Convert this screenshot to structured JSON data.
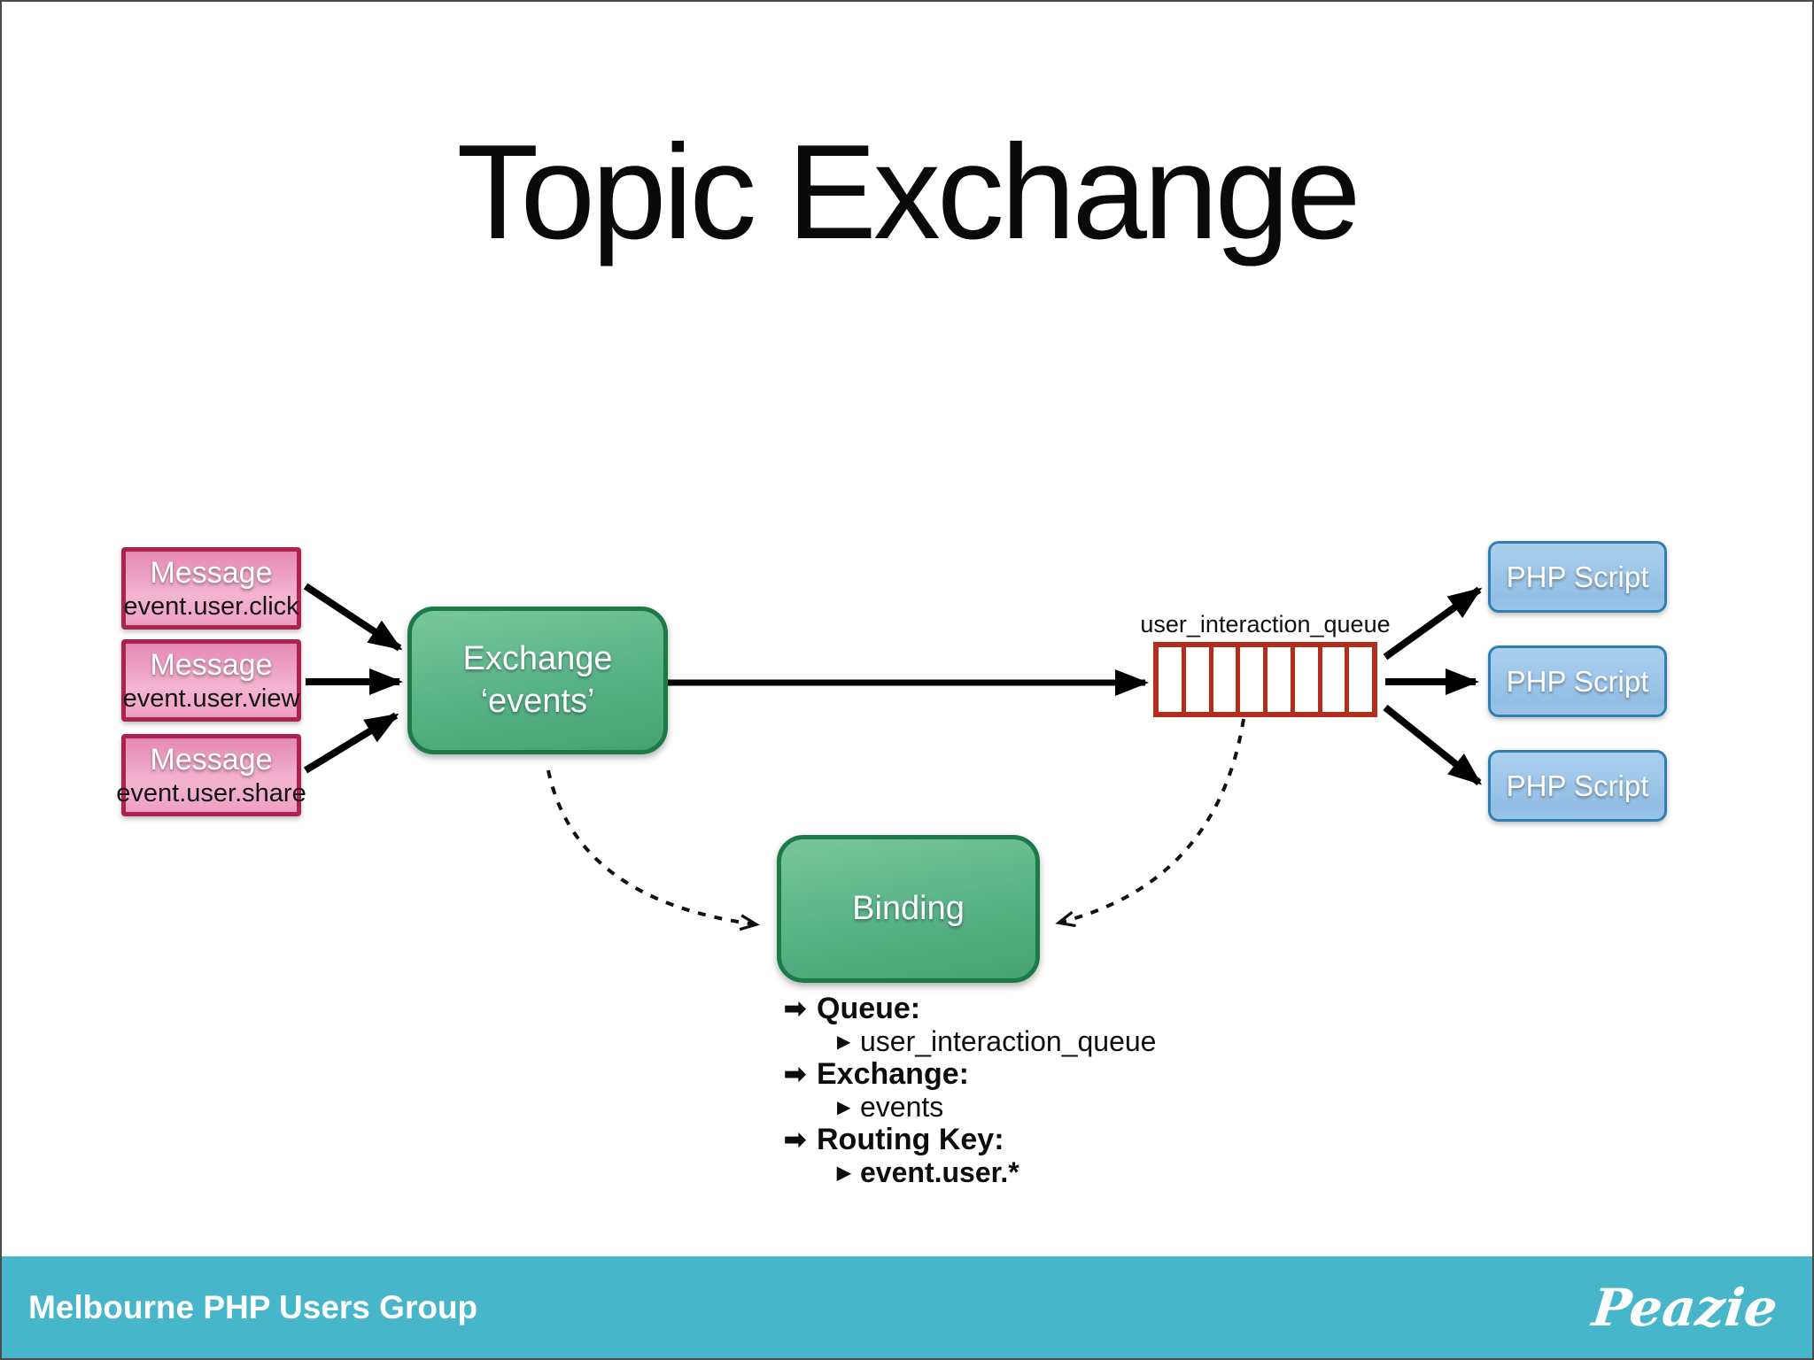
{
  "title": "Topic Exchange",
  "diagram": {
    "messages": [
      {
        "title": "Message",
        "key": "event.user.click"
      },
      {
        "title": "Message",
        "key": "event.user.view"
      },
      {
        "title": "Message",
        "key": "event.user.share"
      }
    ],
    "exchange": {
      "name": "Exchange",
      "instance": "‘events’"
    },
    "queue": {
      "label": "user_interaction_queue",
      "cells": 8
    },
    "consumers": [
      {
        "label": "PHP Script"
      },
      {
        "label": "PHP Script"
      },
      {
        "label": "PHP Script"
      }
    ],
    "binding": {
      "label": "Binding",
      "details": [
        {
          "term": "Queue:",
          "value": "user_interaction_queue"
        },
        {
          "term": "Exchange:",
          "value": "events"
        },
        {
          "term": "Routing Key:",
          "value": "event.user.*"
        }
      ]
    }
  },
  "icons": {
    "bullet-arrow": "➡",
    "bullet-triangle": "▶"
  },
  "footer": {
    "group": "Melbourne PHP Users Group",
    "brand": "Peazie"
  },
  "colors": {
    "message_fill": "#f0a8c8",
    "message_border": "#ab2253",
    "exchange_fill": "#57b286",
    "exchange_border": "#1b7a47",
    "queue_border": "#b22d1c",
    "consumer_fill": "#9dc5ea",
    "consumer_border": "#2f7fb0",
    "footer_bg": "#47b6ca",
    "arrow": "#000000"
  }
}
